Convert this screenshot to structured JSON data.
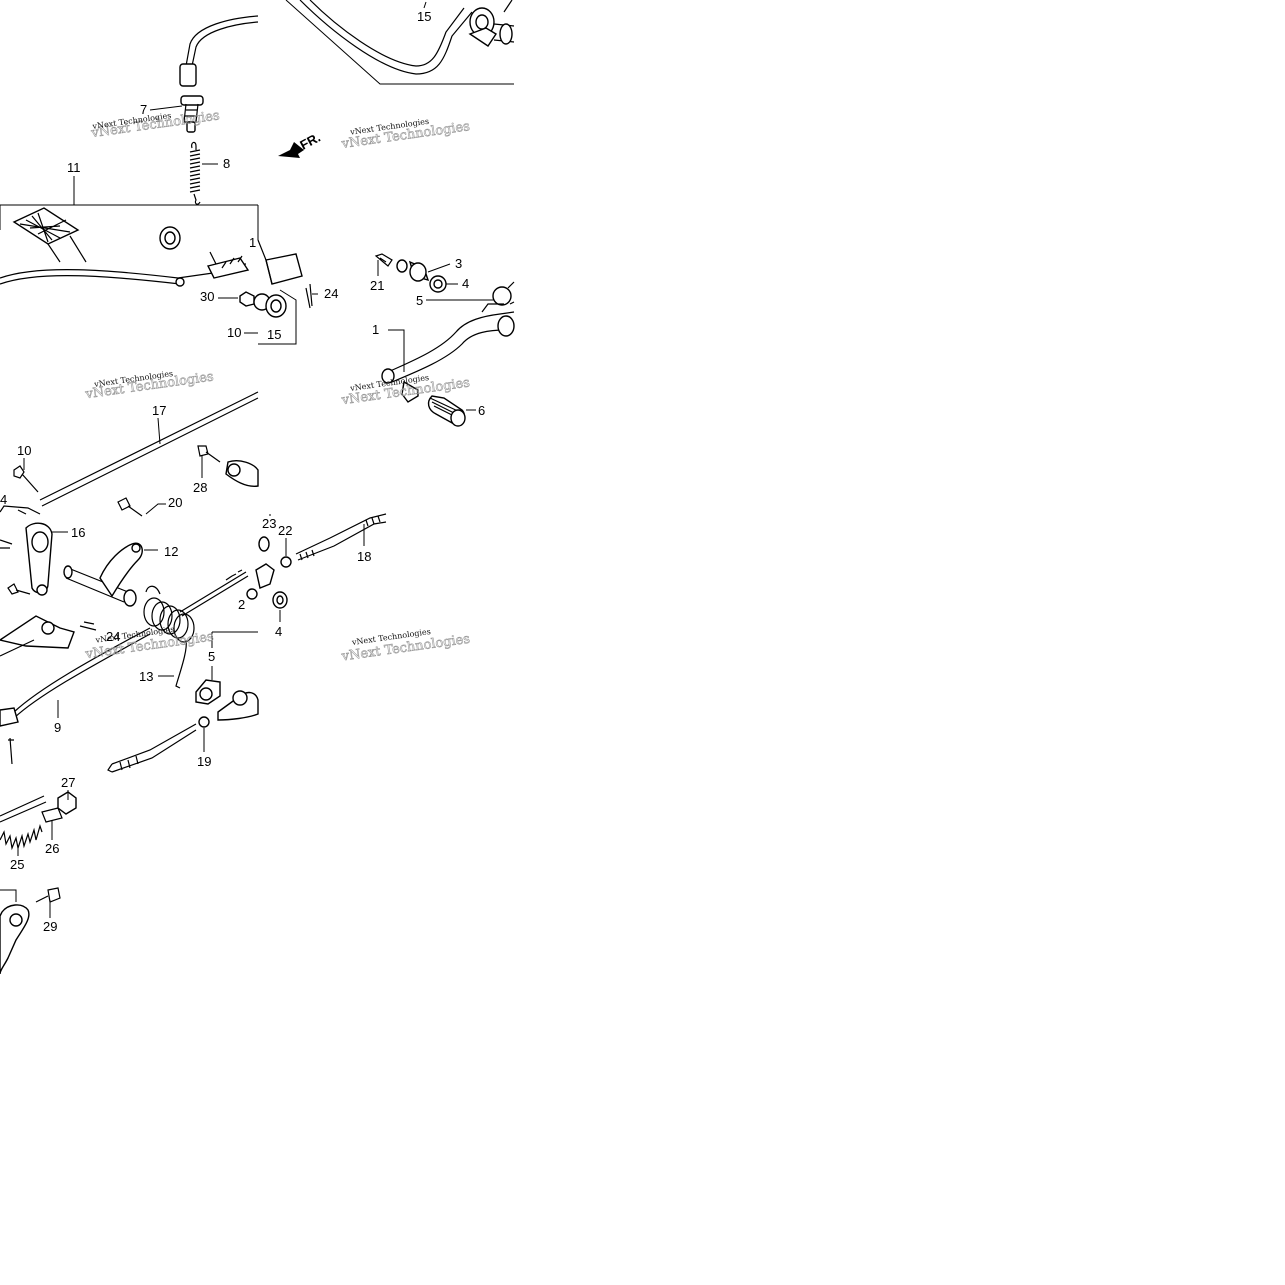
{
  "diagram": {
    "direction_marker": "FR.",
    "watermark": "vNext Technologies",
    "callouts": [
      {
        "id": "c15a",
        "label": "15"
      },
      {
        "id": "c7",
        "label": "7"
      },
      {
        "id": "c8",
        "label": "8"
      },
      {
        "id": "c11",
        "label": "11"
      },
      {
        "id": "c1a",
        "label": "1"
      },
      {
        "id": "c30",
        "label": "30"
      },
      {
        "id": "c10a",
        "label": "10"
      },
      {
        "id": "c15b",
        "label": "15"
      },
      {
        "id": "c24a",
        "label": "24"
      },
      {
        "id": "c21",
        "label": "21"
      },
      {
        "id": "c3",
        "label": "3"
      },
      {
        "id": "c4a",
        "label": "4"
      },
      {
        "id": "c5a",
        "label": "5"
      },
      {
        "id": "c1b",
        "label": "1"
      },
      {
        "id": "c6",
        "label": "6"
      },
      {
        "id": "c17",
        "label": "17"
      },
      {
        "id": "c10b",
        "label": "10"
      },
      {
        "id": "c4b",
        "label": "4"
      },
      {
        "id": "c28",
        "label": "28"
      },
      {
        "id": "c20",
        "label": "20"
      },
      {
        "id": "c23",
        "label": "23"
      },
      {
        "id": "c22",
        "label": "22"
      },
      {
        "id": "c18",
        "label": "18"
      },
      {
        "id": "c16",
        "label": "16"
      },
      {
        "id": "c12",
        "label": "12"
      },
      {
        "id": "c2",
        "label": "2"
      },
      {
        "id": "c4c",
        "label": "4"
      },
      {
        "id": "c24b",
        "label": "24"
      },
      {
        "id": "c5b",
        "label": "5"
      },
      {
        "id": "c13",
        "label": "13"
      },
      {
        "id": "c9",
        "label": "9"
      },
      {
        "id": "c19",
        "label": "19"
      },
      {
        "id": "c27",
        "label": "27"
      },
      {
        "id": "c26",
        "label": "26"
      },
      {
        "id": "c25",
        "label": "25"
      },
      {
        "id": "c29",
        "label": "29"
      }
    ]
  }
}
